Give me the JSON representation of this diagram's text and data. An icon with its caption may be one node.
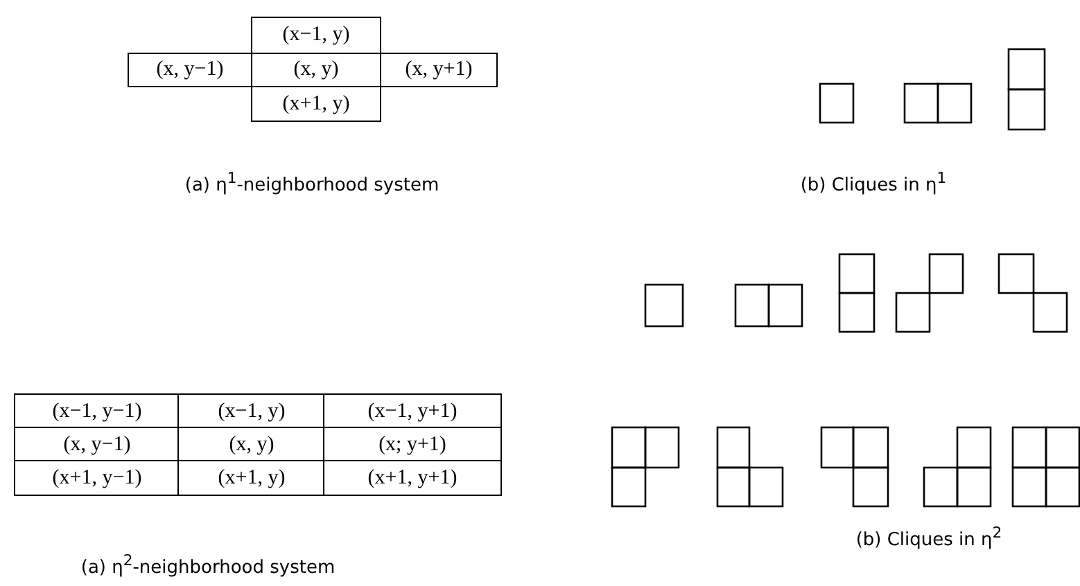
{
  "diagram": {
    "labels": [
      "(x−1, y)",
      "(x, y−1)",
      "(x, y)",
      "(x, y+1)",
      "(x+1, y)",
      "(a) η$^{1}$-neighborhood system",
      "(b) Cliques in η$^{1}$",
      "(x−1, y−1)",
      "(x−1, y)",
      "(x−1, y+1)",
      "(x, y−1)",
      "(x, y)",
      "(x; y+1)",
      "(x+1, y−1)",
      "(x+1, y)",
      "(x+1, y+1)",
      "(a) η$^{2}$-neighborhood system",
      "(b) Cliques in η$^{2}$"
    ]
  }
}
